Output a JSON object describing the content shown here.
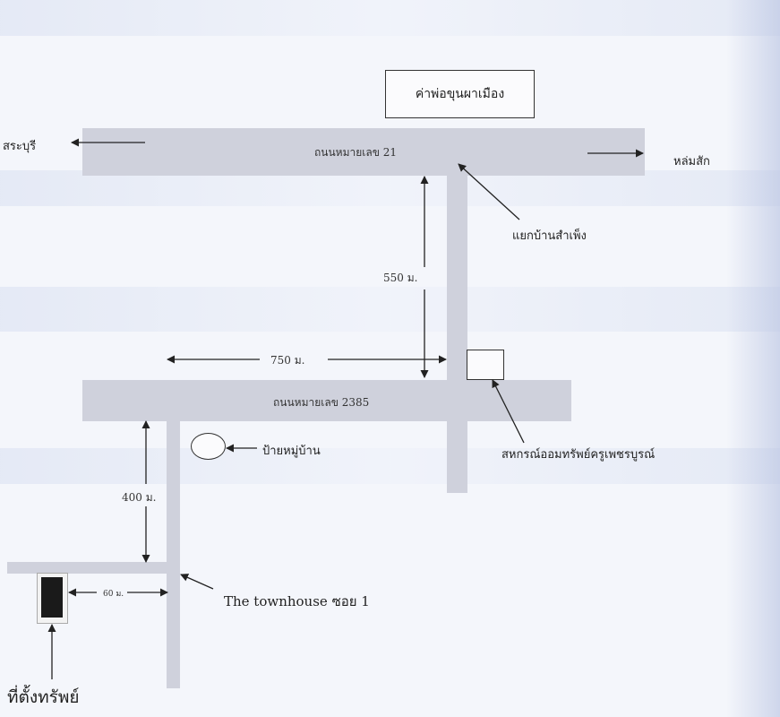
{
  "landmarks": {
    "monument": "ค่าพ่อขุนผาเมือง",
    "intersection": "แยกบ้านสำเพ็ง",
    "cooperative": "สหกรณ์ออมทรัพย์ครูเพชรบูรณ์",
    "village_sign": "ป้ายหมู่บ้าน",
    "property": "ที่ตั้งทรัพย์"
  },
  "roads": {
    "highway_21": "ถนนหมายเลข 21",
    "highway_2385": "ถนนหมายเลข 2385",
    "soi": "The townhouse ซอย 1"
  },
  "directions": {
    "west": "สระบุรี",
    "east": "หล่มสัก"
  },
  "distances": {
    "north_segment": "550 ม.",
    "east_segment": "750 ม.",
    "south_segment": "400 ม.",
    "soi_segment": "60 ม."
  }
}
